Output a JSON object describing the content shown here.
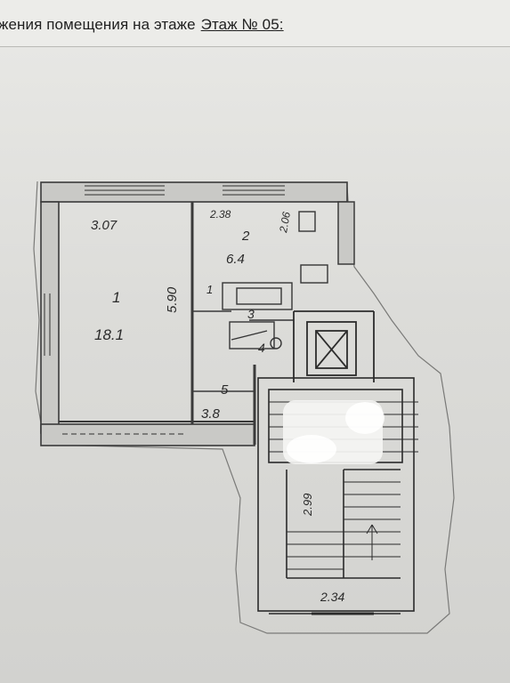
{
  "header": {
    "text": "жения помещения на этаже",
    "floor": "Этаж № 05:"
  },
  "plan": {
    "room1": {
      "number": "1",
      "area": "18.1",
      "width": "3.07",
      "length": "5.90"
    },
    "room2": {
      "number": "2",
      "area": "6.4",
      "width": "2.38",
      "length": "2.06"
    },
    "room3": {
      "number": "3"
    },
    "room4": {
      "number": "4"
    },
    "room5": {
      "number": "5",
      "area": "3.8"
    },
    "stair_width": "2.34",
    "stair_depth": "2.99",
    "extra_dim": "1"
  }
}
